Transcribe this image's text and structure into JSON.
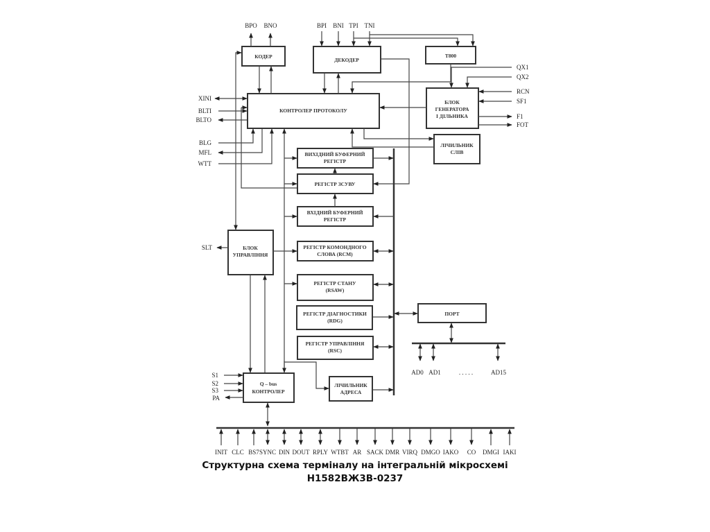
{
  "blocks": {
    "koder": "КОДЕР",
    "dekoder": "ДЕКОДЕР",
    "t800": "T800",
    "protocol_controller": "КОНТРОЛЕР ПРОТОКОЛУ",
    "generator_block": [
      "БЛОК",
      "ГЕНЕРАТОРА",
      "І ДІЛЬНИКА"
    ],
    "word_counter": [
      "ЛІЧИЛЬНИК",
      "СЛІВ"
    ],
    "output_buffer_register": [
      "ВИХІДНИЙ БУФЕРНИЙ",
      "РЕГІСТР"
    ],
    "shift_register": "РЕГІСТР ЗСУВУ",
    "input_buffer_register": [
      "ВХІДНИЙ БУФЕРНИЙ",
      "РЕГІСТР"
    ],
    "command_word_register": [
      "РЕГІСТР КОМОНДНОГО",
      "СЛОВА (RCM)"
    ],
    "status_register": [
      "РЕГІСТР СТАНУ",
      "(RSAW)"
    ],
    "diagnostics_register": [
      "РЕГІСТР ДІАГНОСТИКИ",
      "(RDG)"
    ],
    "control_register": [
      "РЕГІСТР УПРАВЛІННЯ",
      "(RSC)"
    ],
    "control_block": [
      "БЛОК",
      "УПРАВЛІННЯ"
    ],
    "q_bus_controller": [
      "Q – bus",
      "КОНТРОЛЕР"
    ],
    "address_counter": [
      "ЛІЧИЛЬНИК",
      "АДРЕСА"
    ],
    "port": "ПОРТ"
  },
  "signals": {
    "koder_out": [
      "BPO",
      "BNO"
    ],
    "dekoder_in": [
      "BPI",
      "BNI",
      "TPI",
      "TNI"
    ],
    "generator_in": [
      "QX1",
      "QX2",
      "RCN",
      "SF1"
    ],
    "generator_out": [
      "F1",
      "FOT"
    ],
    "protocol_left": [
      "XINI",
      "BLTI",
      "BLTO",
      "BLG",
      "MFL",
      "WTT"
    ],
    "control_out": "SLT",
    "qbus_left": [
      "S1",
      "S2",
      "S3",
      "PA"
    ],
    "port_lines": [
      "AD0",
      "AD1",
      ". . . . .",
      "AD15"
    ],
    "qbus_lines": [
      "INIT",
      "CLC",
      "BS7",
      "SYNC",
      "DIN",
      "DOUT",
      "RPLY",
      "WTBT",
      "AR",
      "SACK",
      "DMR",
      "VIRQ",
      "DMGO",
      "IAKO",
      "CO",
      "DMGI",
      "IAKI"
    ]
  },
  "caption": {
    "line1": "Структурна схема терміналу на інтегральній мікросхемі",
    "line2": "Н1582ВЖ3В-0237"
  }
}
